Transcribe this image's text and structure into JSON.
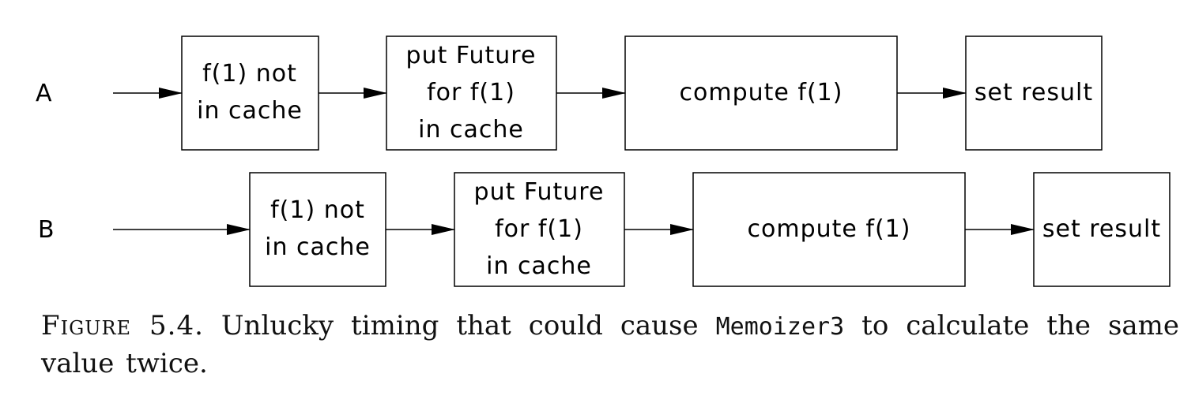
{
  "lanes": [
    {
      "label": "A",
      "steps": [
        {
          "lines": [
            "f(1) not",
            "in cache"
          ]
        },
        {
          "lines": [
            "put Future",
            "for f(1)",
            "in cache"
          ]
        },
        {
          "lines": [
            "compute f(1)"
          ]
        },
        {
          "lines": [
            "set result"
          ]
        }
      ]
    },
    {
      "label": "B",
      "steps": [
        {
          "lines": [
            "f(1) not",
            "in cache"
          ]
        },
        {
          "lines": [
            "put Future",
            "for f(1)",
            "in cache"
          ]
        },
        {
          "lines": [
            "compute f(1)"
          ]
        },
        {
          "lines": [
            "set result"
          ]
        }
      ]
    }
  ],
  "caption": {
    "figure_label": "Figure 5.4.",
    "text_before": "Unlucky timing that could cause",
    "code": "Memoizer3",
    "text_after": "to calculate the same value twice."
  }
}
